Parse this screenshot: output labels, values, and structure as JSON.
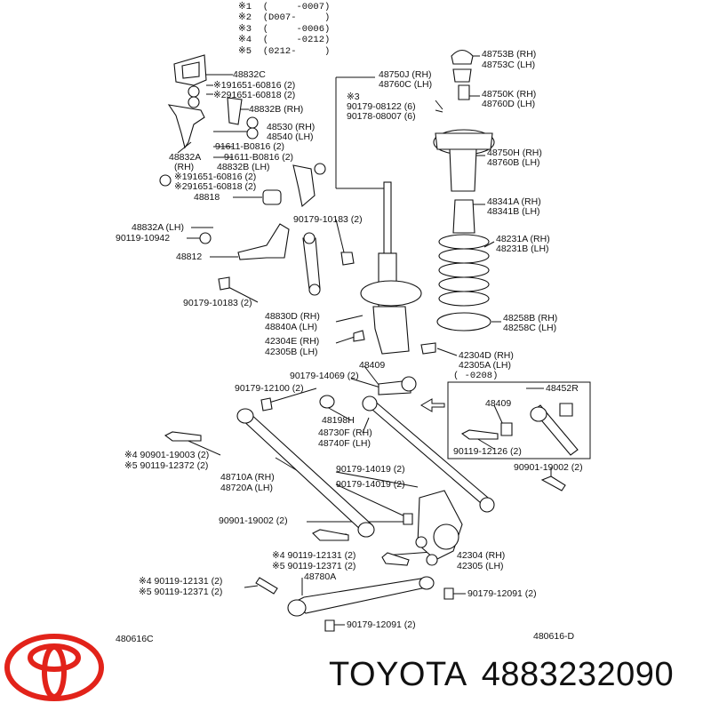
{
  "legend": [
    "※1  (     -0007)",
    "※2  (D007-     )",
    "※3  (     -0006)",
    "※4  (     -0212)",
    "※5  (0212-     )"
  ],
  "labels": {
    "l48832c": "48832C",
    "l191651a": "※191651-60816 (2)",
    "l291651a": "※291651-60818 (2)",
    "l48832b_rh": "48832B (RH)",
    "l48530": "48530 (RH)",
    "l48540": "48540 (LH)",
    "l91611a": "91611-B0816 (2)",
    "l91611b": "91611-B0816 (2)",
    "l48832a": "48832A",
    "l48832a_rh": "(RH)",
    "l48832b_lh": "48832B (LH)",
    "l191651b": "※191651-60816 (2)",
    "l291651b": "※291651-60818 (2)",
    "l48818": "48818",
    "l48832a_lh": "48832A (LH)",
    "l90119_10942": "90119-10942",
    "l48812": "48812",
    "l90179_10183a": "90179-10183 (2)",
    "l90179_10183b": "90179-10183 (2)",
    "l48830d": "48830D (RH)",
    "l48840a": "48840A (LH)",
    "l42304e": "42304E (RH)",
    "l42305b": "42305B (LH)",
    "l48409a": "48409",
    "l90179_14069": "90179-14069 (2)",
    "l90179_12100": "90179-12100 (2)",
    "l48198h": "48198H",
    "l48730f": "48730F (RH)",
    "l48740f": "48740F (LH)",
    "l90901_19003": "※4 90901-19003 (2)",
    "l90119_12372": "※5 90119-12372 (2)",
    "l90179_14019a": "90179-14019 (2)",
    "l48710a": "48710A (RH)",
    "l48720a": "48720A (LH)",
    "l90179_14019b": "90179-14019 (2)",
    "l90901_19002a": "90901-19002 (2)",
    "l90119_12131a": "※4 90119-12131 (2)",
    "l90119_12371a": "※5 90119-12371 (2)",
    "l42304": "42304 (RH)",
    "l42305": "42305 (LH)",
    "l48780a": "48780A",
    "l90119_12131b": "※4 90119-12131 (2)",
    "l90119_12371b": "※5 90119-12371 (2)",
    "l90179_12091a": "90179-12091 (2)",
    "l90179_12091b": "90179-12091 (2)",
    "l480616c": "480616C",
    "l480616d": "480616-D",
    "l48750j": "48750J (RH)",
    "l48760c": "48760C (LH)",
    "l3": "※3",
    "l90179_08122": "90179-08122 (6)",
    "l90178_08007": "90178-08007 (6)",
    "l48753b": "48753B (RH)",
    "l48753c": "48753C (LH)",
    "l48750k": "48750K (RH)",
    "l48760d": "48760D (LH)",
    "l48750h": "48750H (RH)",
    "l48760b": "48760B (LH)",
    "l48341a": "48341A (RH)",
    "l48341b": "48341B (LH)",
    "l48231a": "48231A (RH)",
    "l48231b": "48231B (LH)",
    "l48258b": "48258B (RH)",
    "l48258c": "48258C (LH)",
    "l42304d": "42304D (RH)",
    "l42305a": "42305A (LH)",
    "l0208": "(     -0208)",
    "l48452r": "48452R",
    "l48409b": "48409",
    "l90119_12126": "90119-12126 (2)",
    "l90901_19002b": "90901-19002 (2)"
  },
  "brand": {
    "name": "TOYOTA",
    "part_number": "4883232090",
    "logo_color": "#e2231a"
  }
}
